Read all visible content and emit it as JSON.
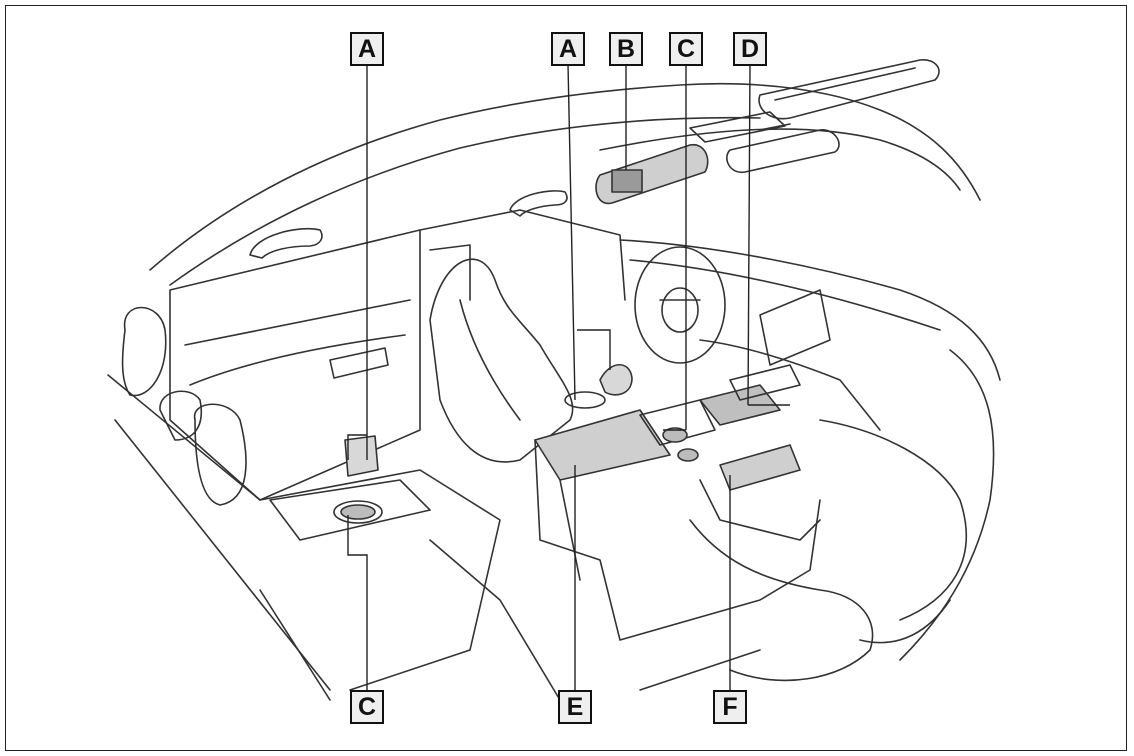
{
  "callouts": {
    "a_rear": "A",
    "a_front": "A",
    "b": "B",
    "c_front": "C",
    "d": "D",
    "c_rear": "C",
    "e": "E",
    "f": "F"
  }
}
